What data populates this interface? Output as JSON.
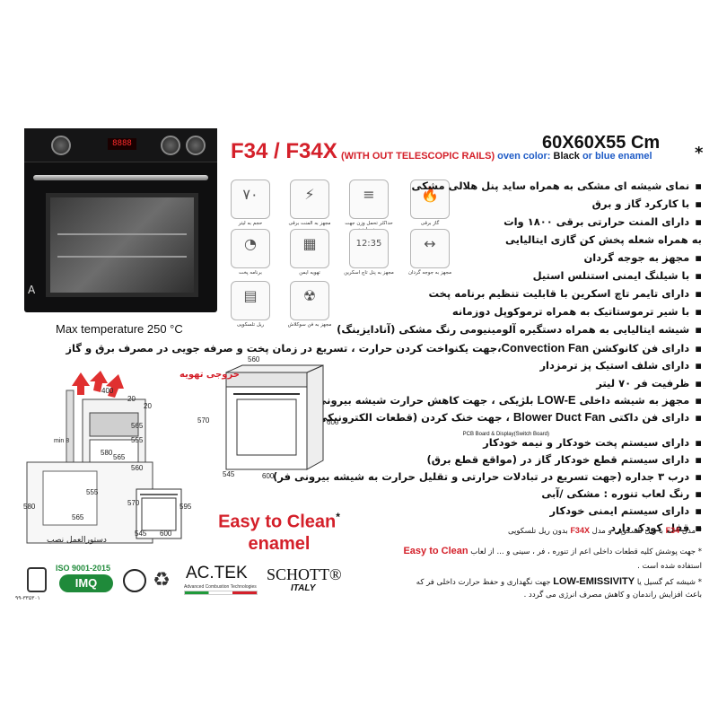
{
  "header": {
    "model": "F34",
    "model_sep": "/",
    "model_x": "F34X",
    "subtitle_red": "(WITH OUT TELESCOPIC  RAILS)",
    "subtitle_oven": "oven color:",
    "subtitle_black": "Black",
    "subtitle_or": "or",
    "subtitle_blue": "blue enamel",
    "size": "60X60X55 Cm",
    "star": "*"
  },
  "photo": {
    "display": "8888",
    "max_temp": "Max temperature 250 °C"
  },
  "icons": [
    {
      "glyph": "٧٠",
      "caption": "حجم به لیتر"
    },
    {
      "glyph": "⚡",
      "caption": "مجهز به المنت برقی"
    },
    {
      "glyph": "≡",
      "caption": "حداکثر تحمل وزن جهت سینی اوزن"
    },
    {
      "glyph": "🔥",
      "caption": "گاز برقی"
    },
    {
      "glyph": "◔",
      "caption": "برنامه پخت"
    },
    {
      "glyph": "▦",
      "caption": "تهویه ایمن"
    },
    {
      "glyph": "12:35",
      "caption": "مجهز به پنل تاچ اسکرین"
    },
    {
      "glyph": "↔",
      "caption": "مجهز به جوجه گردان"
    },
    {
      "glyph": "▤",
      "caption": "ریل تلسکوپی"
    },
    {
      "glyph": "☢",
      "caption": "مجهز به فن سوکلاش"
    }
  ],
  "features": [
    {
      "text": "نمای شیشه ای مشکی به همراه ساید پنل هلالی مشکی"
    },
    {
      "text": "با کارکرد گاز و برق"
    },
    {
      "text": "دارای المنت حرارتی برقی ۱۸۰۰ وات"
    },
    {
      "text": "به همراه شعله پخش کن گازی ایتالیایی"
    },
    {
      "text": "مجهز به جوجه گردان"
    },
    {
      "text": "با شیلنگ ایمنی استنلس استیل"
    },
    {
      "text": "دارای تایمر تاچ اسکرین  با قابلیت تنظیم برنامه پخت"
    },
    {
      "text": "با شیر ترموستاتیک به همراه ترموکوپل دوزمانه"
    },
    {
      "text": "شیشه ایتالیایی به همراه دستگیره آلومینیومی رنگ مشکی (آنادایزینگ)"
    },
    {
      "text_before": "دارای فن کانوکشن",
      "latin": "Convection Fan",
      "text_after": "،جهت یکنواخت کردن حرارت ، تسریع در زمان پخت و صرفه جویی در مصرف برق و  گاز"
    },
    {
      "text": "دارای شلف استیک پز ترمزدار"
    },
    {
      "text": "ظرفیت فر ۷۰ لیتر"
    },
    {
      "text_before": "مجهز به شیشه داخلی",
      "latin": "LOW-E",
      "text_after": " بلژیکی  ، جهت کاهش حرارت شیشه بیرونی درب فر"
    },
    {
      "text_before": "دارای فن داکتی",
      "latin": "Blower Duct Fan",
      "text_after": " ، جهت خنک کردن (قطعات الکترونیکی)"
    },
    {
      "small": "PCB Board & Display(Switch Board)"
    },
    {
      "text": "دارای سیستم پخت خودکار و نیمه خودکار"
    },
    {
      "text": "دارای سیستم قطع خودکار گاز در (مواقع قطع برق)"
    },
    {
      "text": "درب ۳ جداره (جهت تسریع در تبادلات حرارتی و تقلیل حرارت به شیشه بیرونی فر)"
    },
    {
      "text": "رنگ لعاب تنوره :  مشکی /آبی"
    },
    {
      "text": "دارای سیستم ایمنی خودکار"
    },
    {
      "text": "قفل کودک دارد"
    }
  ],
  "notes": [
    {
      "star": "*",
      "t1": "مدل",
      "m1": "F34",
      "t2": "با ریل تلسکوپی و مدل",
      "m2": "F34X",
      "t3": "بدون ریل تلسکوپی"
    },
    {
      "star": "*",
      "t1": "جهت پوشش کلیه قطعات داخلی اعم از تنوره ، فر ، سینی و ... از لعاب",
      "red": "Easy to Clean"
    },
    {
      "t1": "استفاده شده است ."
    },
    {
      "star": "*",
      "t1": "شیشه کم گسیل یا",
      "bold": "LOW-EMISSIVITY",
      "t2": "جهت نگهداری و حفظ حرارت داخلی فر که"
    },
    {
      "t1": "باعث افزایش راندمان و کاهش  مصرف انرژی می گردد ."
    }
  ],
  "diagram": {
    "vent_label": "خروجی تهویه",
    "install_label": "دستورالعمل نصب",
    "dims_top": [
      "400",
      "20",
      "20",
      "565",
      "555",
      "580",
      "565",
      "560",
      "min 8"
    ],
    "dims_front": [
      "560",
      "570",
      "600",
      "545",
      "600"
    ],
    "dims_under": [
      "580",
      "555",
      "565",
      "570",
      "595",
      "545",
      "600"
    ]
  },
  "easy_clean": {
    "line1": "Easy to Clean",
    "line2": "enamel",
    "star": "*"
  },
  "logos": {
    "iso": "ISO 9001-2015",
    "imq": "IMQ",
    "tick_num": "۹۹-۳۳۵۳۰۱",
    "actek": "AC.TEK",
    "actek_sub": "Advanced Combustion Technologies",
    "schott": "SCHOTT®",
    "italy": "ITALY"
  }
}
